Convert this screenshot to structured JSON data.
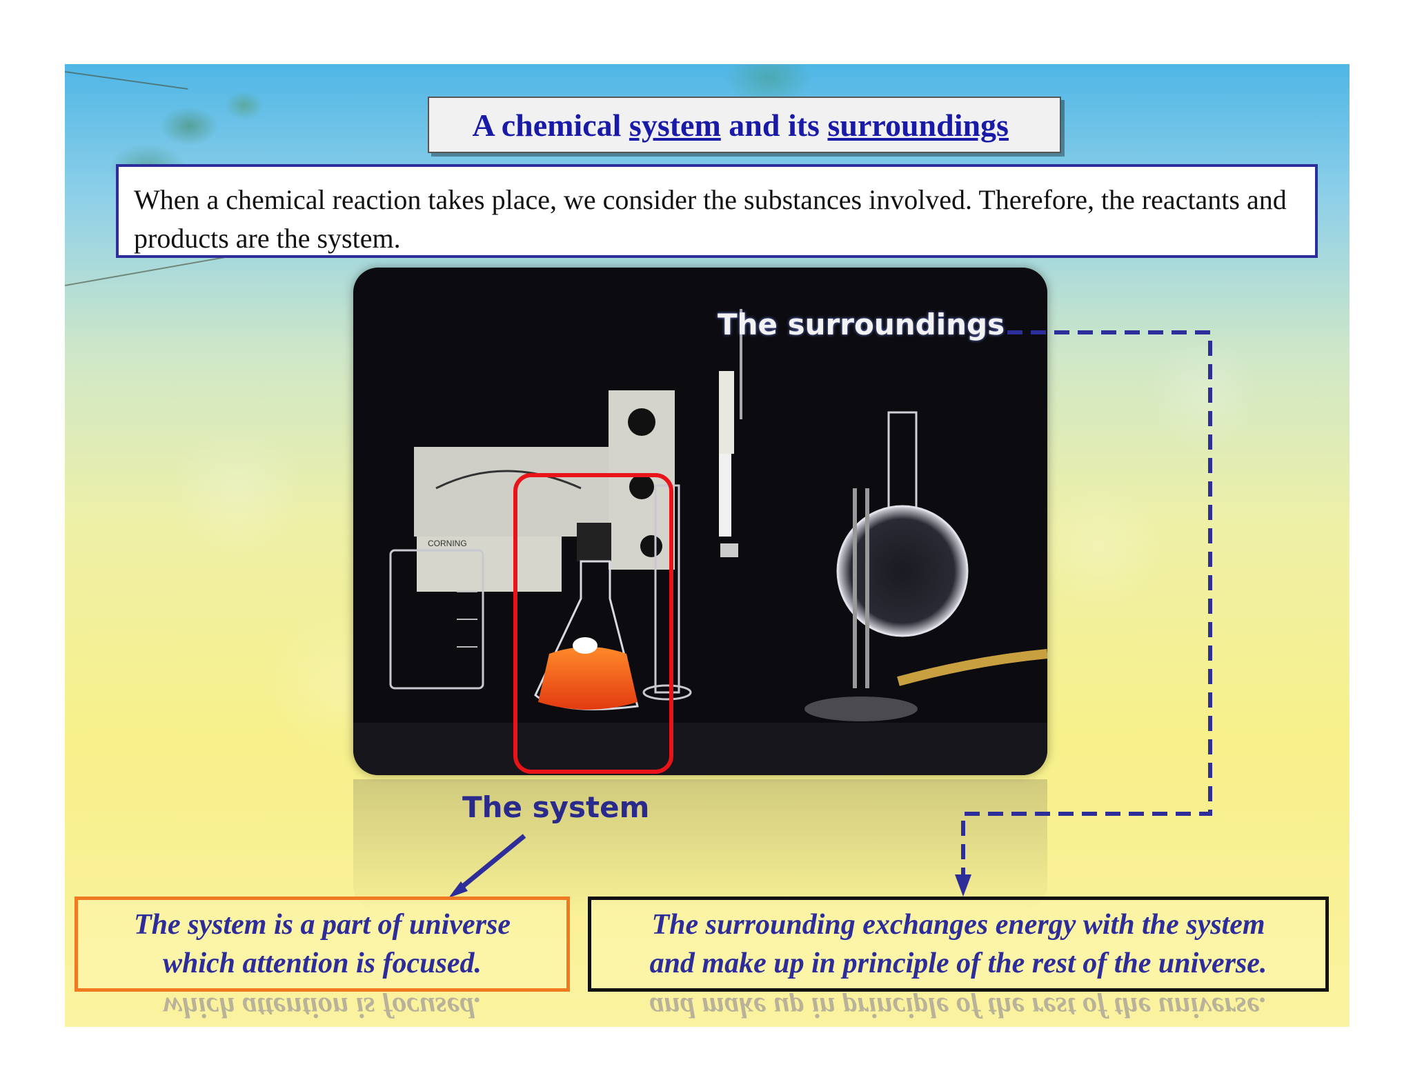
{
  "slide": {
    "title": {
      "prefix": "A chemical",
      "system_word": "system",
      "middle": "and its",
      "surroundings_word": "surroundings"
    },
    "intro_text": "When a chemical reaction takes place, we consider the substances involved. Therefore, the reactants and products are the system.",
    "photo": {
      "surroundings_label": "The surroundings",
      "system_label": "The system"
    },
    "callouts": {
      "system_line1": "The system is a part of universe",
      "system_line2": "which attention is focused.",
      "surroundings_line1": "The surrounding exchanges energy with the system",
      "surroundings_line2": "and make up in principle of the rest of the universe."
    },
    "colors": {
      "title_text": "#1a1aa8",
      "intro_border": "#2e2e9a",
      "highlight": "#e8141a",
      "dashed_connector": "#2e2e9a",
      "system_callout_border": "#f07a22",
      "surroundings_callout_border": "#111111"
    }
  }
}
